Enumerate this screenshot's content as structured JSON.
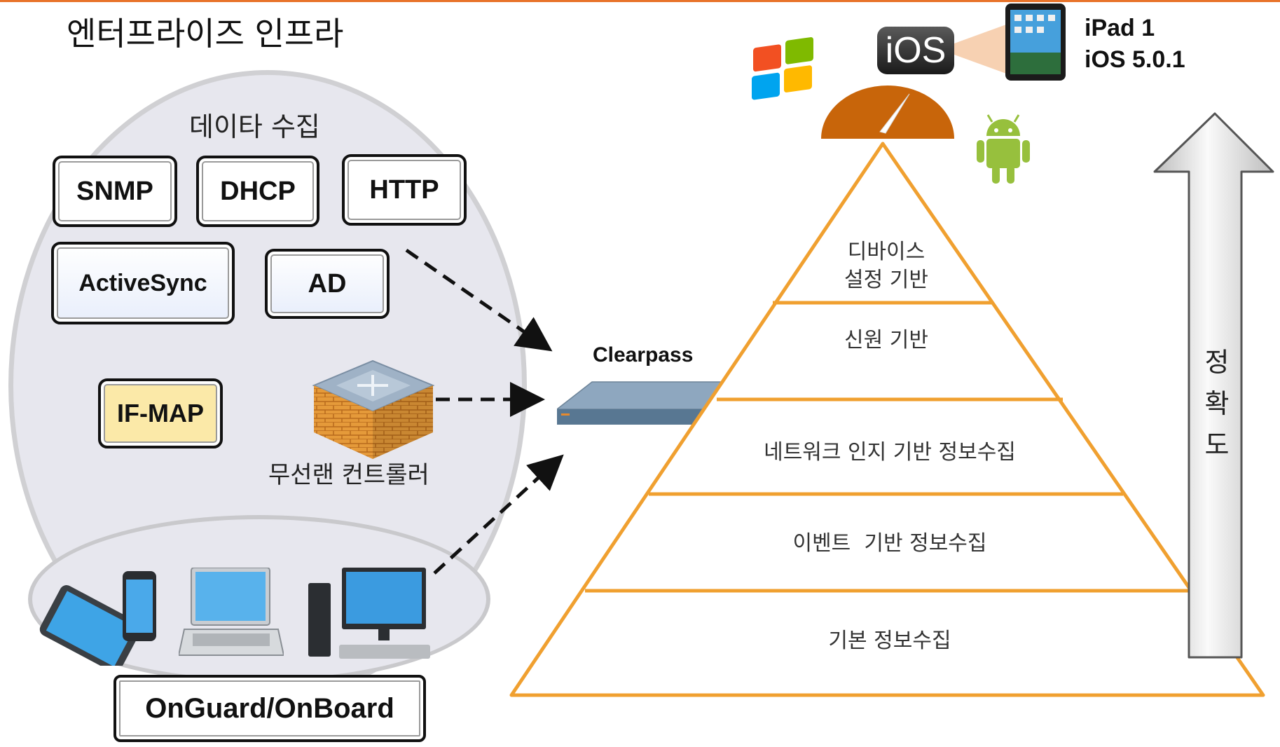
{
  "title": "엔터프라이즈 인프라",
  "data_collection": {
    "label": "데이타 수집",
    "protocols": [
      "SNMP",
      "DHCP",
      "HTTP",
      "ActiveSync",
      "AD",
      "IF-MAP"
    ]
  },
  "wireless_controller": {
    "label": "무선랜 컨트롤러"
  },
  "onguard": {
    "label": "OnGuard/OnBoard"
  },
  "clearpass": {
    "label": "Clearpass"
  },
  "device_info": {
    "line1": "iPad 1",
    "line2": "iOS 5.0.1"
  },
  "ios_badge": "iOS",
  "pyramid": {
    "layers": [
      {
        "line1": "디바이스",
        "line2": "설정 기반"
      },
      {
        "line1": "신원 기반"
      },
      {
        "line1": "네트워크 인지 기반 정보수집"
      },
      {
        "line1": "이벤트  기반 정보수집"
      },
      {
        "line1": "기본 정보수집"
      }
    ]
  },
  "axis": {
    "chars": [
      "정",
      "확",
      "도"
    ]
  },
  "colors": {
    "accent_orange": "#E8732A",
    "pyramid_outline": "#F0A030",
    "gauge": "#C8650A",
    "if_map_fill": "#FBE9A8",
    "bubble_fill": "#E7E7EE"
  }
}
